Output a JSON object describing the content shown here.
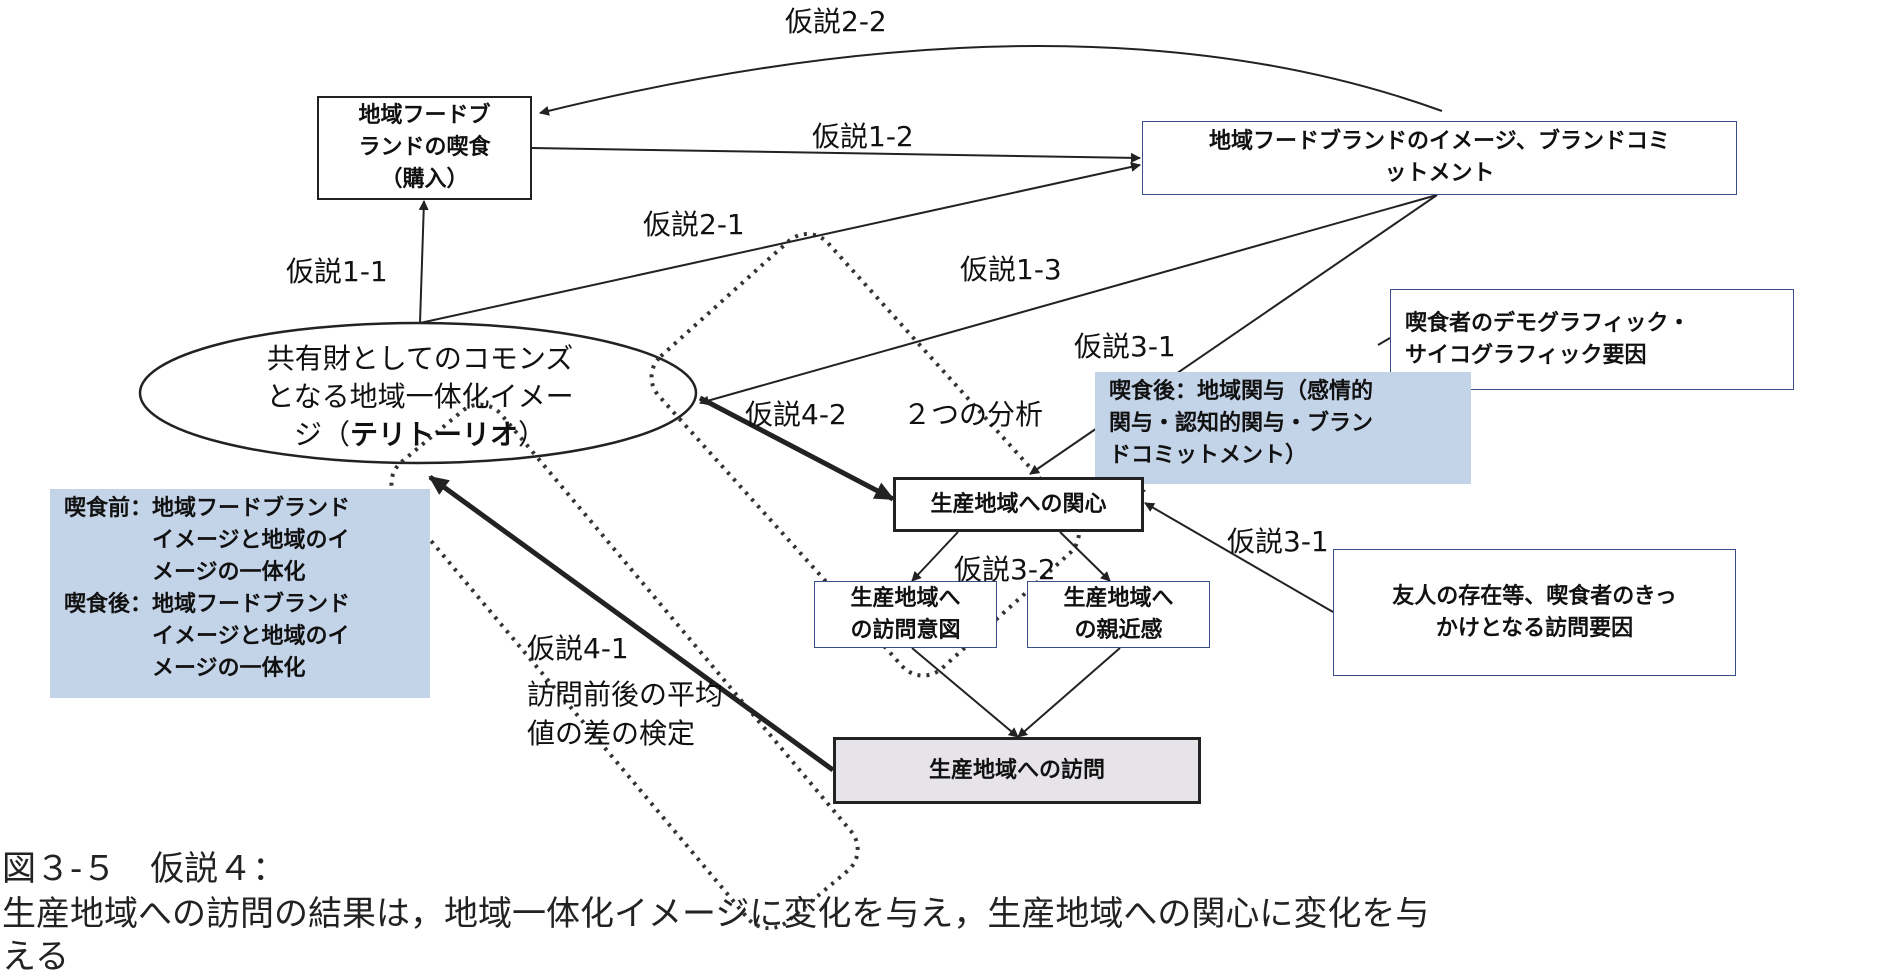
{
  "nodes": {
    "purchase": {
      "l1": "地域フードブ",
      "l2": "ランドの喫食",
      "l3": "（購入）"
    },
    "brand_image": {
      "l1": "地域フードブランドのイメージ、ブランドコミ",
      "l2": "ットメント"
    },
    "demographic": {
      "l1": "喫食者のデモグラフィック・",
      "l2": "サイコグラフィック要因"
    },
    "after_eating": {
      "l1": "喫食後：地域関与（感情的",
      "l2": "関与・認知的関与・ブラン",
      "l3": "ドコミットメント）"
    },
    "commons": {
      "l1": "共有財としてのコモンズ",
      "l2": "となる地域一体化イメー",
      "l3a": "ジ（",
      "l3b": "テリトーリオ",
      "l3c": "）"
    },
    "interest": "生産地域への関心",
    "visit_intent": {
      "l1": "生産地域へ",
      "l2": "の訪問意図"
    },
    "intimacy": {
      "l1": "生産地域へ",
      "l2": "の親近感"
    },
    "friends": {
      "l1": "友人の存在等、喫食者のきっ",
      "l2": "かけとなる訪問要因"
    },
    "visit": "生産地域への訪問",
    "before_after": {
      "k1": "喫食前：",
      "v1a": "地域フードブランド",
      "v1b": "イメージと地域のイ",
      "v1c": "メージの一体化",
      "k2": "喫食後：",
      "v2a": "地域フードブランド",
      "v2b": "イメージと地域のイ",
      "v2c": "メージの一体化"
    }
  },
  "labels": {
    "h2_2": "仮説2-2",
    "h1_2": "仮説1-2",
    "h2_1": "仮説2-1",
    "h1_1": "仮説1-1",
    "h1_3": "仮説1-3",
    "h3_1a": "仮説3-1",
    "h4_2": "仮説4-2",
    "two_analysis": "２つの分析",
    "h3_1b": "仮説3-1",
    "h3_2": "仮説3-2",
    "h4_1": "仮説4-1",
    "h4_1_l2": "訪問前後の平均",
    "h4_1_l3": "値の差の検定"
  },
  "caption": {
    "line1": "図３-５　仮説４：",
    "line2": "生産地域への訪問の結果は，地域一体化イメージに変化を与え，生産地域への関心に変化を与",
    "line3": "える"
  },
  "colors": {
    "note_fill": "#c3d3e8",
    "box_border": "#3a4f8a",
    "visit_fill": "#e6e4e8"
  }
}
